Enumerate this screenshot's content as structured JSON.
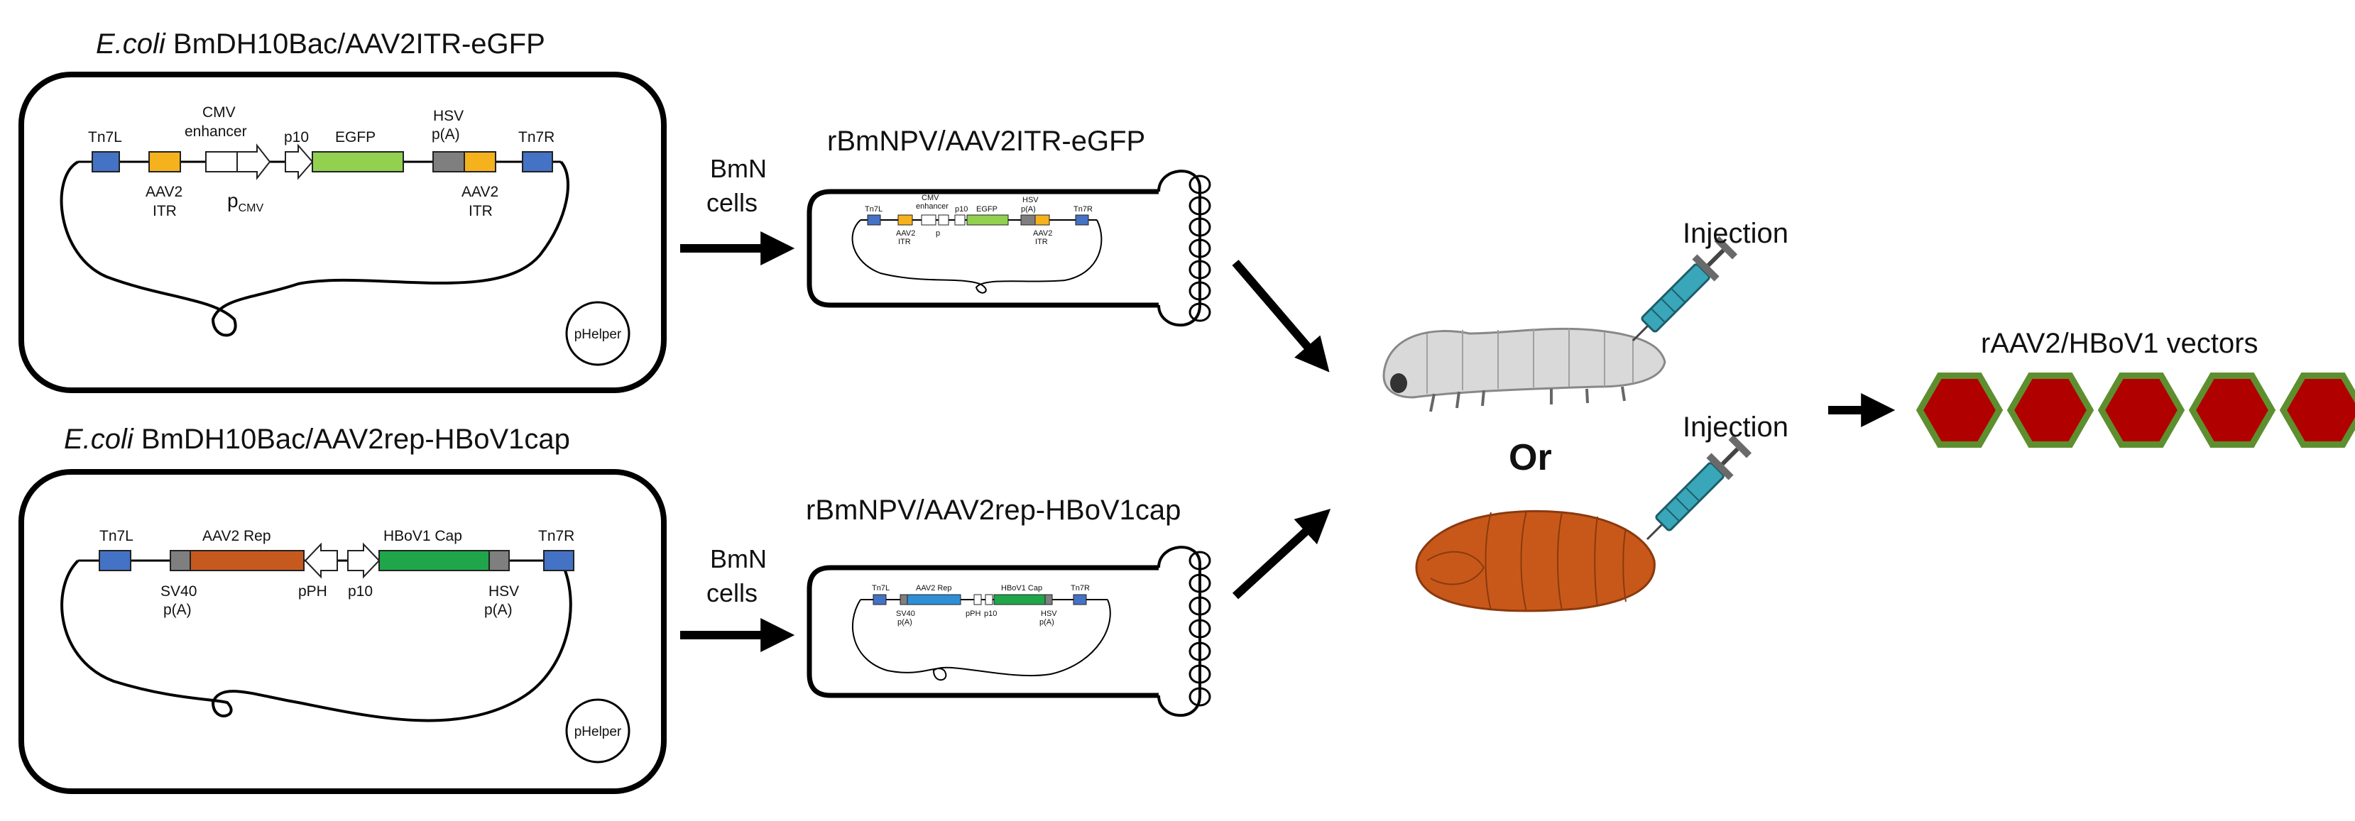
{
  "top": {
    "title_italic": "E.coli",
    "title_rest": " BmDH10Bac/AAV2ITR-eGFP",
    "labels": {
      "tn7l": "Tn7L",
      "aav2_left": "AAV2",
      "itr_left": "ITR",
      "cmv": "CMV",
      "enhancer": "enhancer",
      "pcmv_p": "p",
      "pcmv_sub": "CMV",
      "p10": "p10",
      "egfp": "EGFP",
      "hsv": "HSV",
      "pa": "p(A)",
      "aav2_right": "AAV2",
      "itr_right": "ITR",
      "tn7r": "Tn7R",
      "phelper": "pHelper"
    },
    "cell_label_1": "BmN",
    "cell_label_2": "cells",
    "virus_title": "rBmNPV/AAV2ITR-eGFP"
  },
  "bottom": {
    "title_italic": "E.coli",
    "title_rest": " BmDH10Bac/AAV2rep-HBoV1cap",
    "labels": {
      "tn7l": "Tn7L",
      "aav2rep": "AAV2 Rep",
      "sv40": "SV40",
      "pa_left": "p(A)",
      "pph": "pPH",
      "p10": "p10",
      "hbov1cap": "HBoV1 Cap",
      "hsv": "HSV",
      "pa_right": "p(A)",
      "tn7r": "Tn7R",
      "phelper": "pHelper"
    },
    "cell_label_1": "BmN",
    "cell_label_2": "cells",
    "virus_title": "rBmNPV/AAV2rep-HBoV1cap"
  },
  "host": {
    "injection_top": "Injection",
    "injection_bottom": "Injection",
    "or": "Or"
  },
  "output": {
    "title": "rAAV2/HBoV1 vectors",
    "count": 5
  },
  "colors": {
    "tn7": "#4472c4",
    "itr": "#f5b21c",
    "egfp": "#92d050",
    "polyA": "#7f7f7f",
    "rep": "#c65a1e",
    "rep_mini": "#2e8fd6",
    "cap": "#1fa64a",
    "hexagon_fill": "#b00000",
    "hexagon_stroke": "#5e8f2f",
    "pupa": "#c8581a",
    "larva": "#d9d9d9",
    "syringe": "#3aa6b9"
  }
}
